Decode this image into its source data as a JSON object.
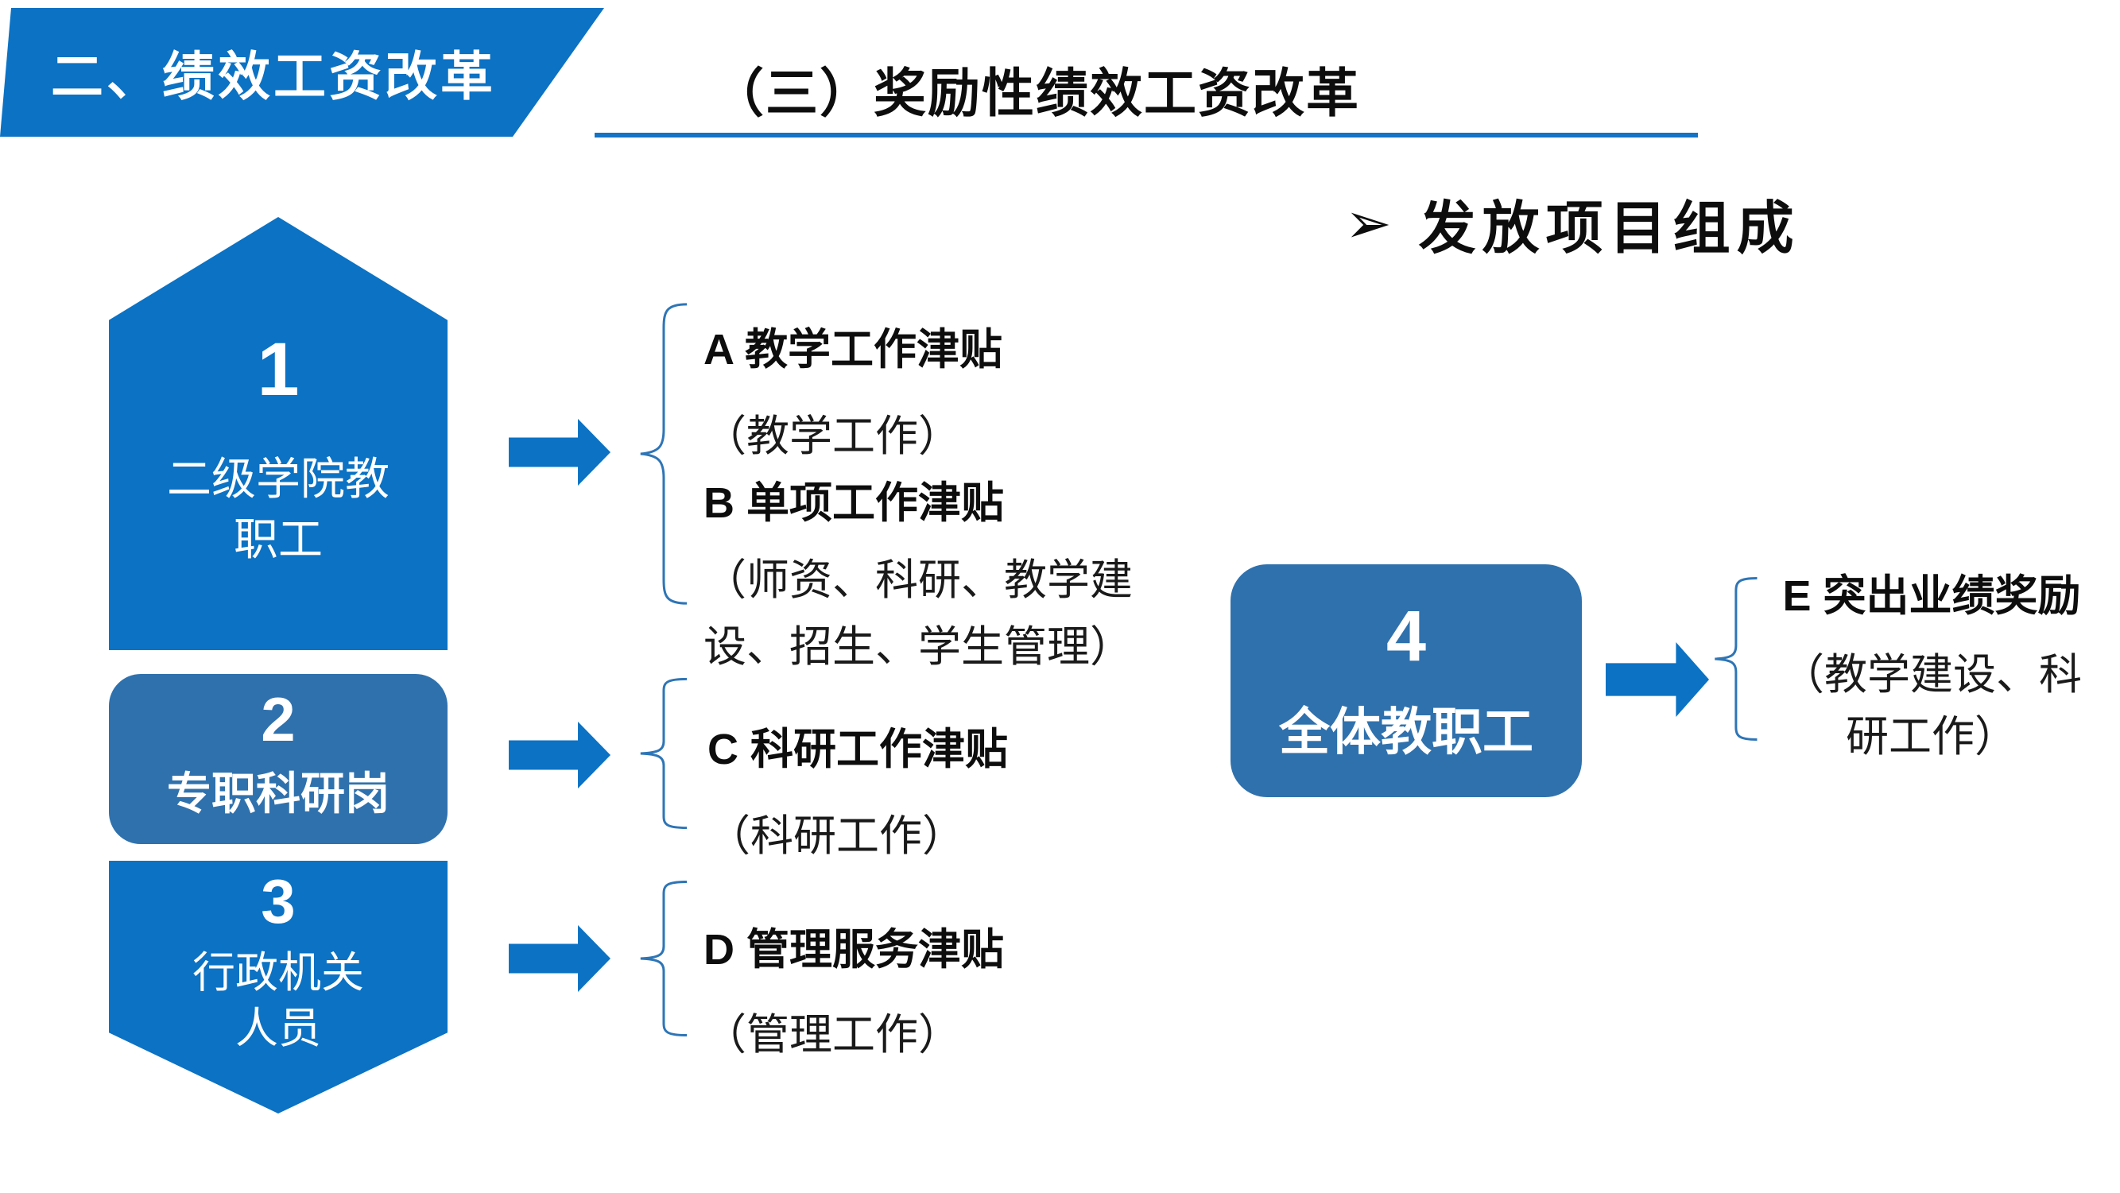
{
  "banner": {
    "title": "二、绩效工资改革"
  },
  "header": {
    "title": "（三）奖励性绩效工资改革"
  },
  "section": {
    "bullet": "➢",
    "heading": "发放项目组成"
  },
  "colors": {
    "primary_blue": "#0B72C4",
    "muted_blue": "#2F71AD",
    "underline_blue": "#1473C4",
    "brace_blue": "#2E75B6",
    "title_text": "#0D0D0D"
  },
  "groups": [
    {
      "number": "1",
      "label": "二级学院教\n职工",
      "shape": "pentagon-up"
    },
    {
      "number": "2",
      "label": "专职科研岗",
      "shape": "rounded-rectangle"
    },
    {
      "number": "3",
      "label": "行政机关\n人员",
      "shape": "pentagon-down"
    },
    {
      "number": "4",
      "label": "全体教职工",
      "shape": "rounded-rectangle"
    }
  ],
  "items": [
    {
      "code": "A",
      "title": "A  教学工作津贴",
      "detail": "（教学工作）"
    },
    {
      "code": "B",
      "title": "B  单项工作津贴",
      "detail": "（师资、科研、教学建\n设、招生、学生管理）"
    },
    {
      "code": "C",
      "title": "C  科研工作津贴",
      "detail": "（科研工作）"
    },
    {
      "code": "D",
      "title": "D 管理服务津贴",
      "detail": "（管理工作）"
    },
    {
      "code": "E",
      "title": "E 突出业绩奖励",
      "detail": "（教学建设、科\n研工作）"
    }
  ]
}
